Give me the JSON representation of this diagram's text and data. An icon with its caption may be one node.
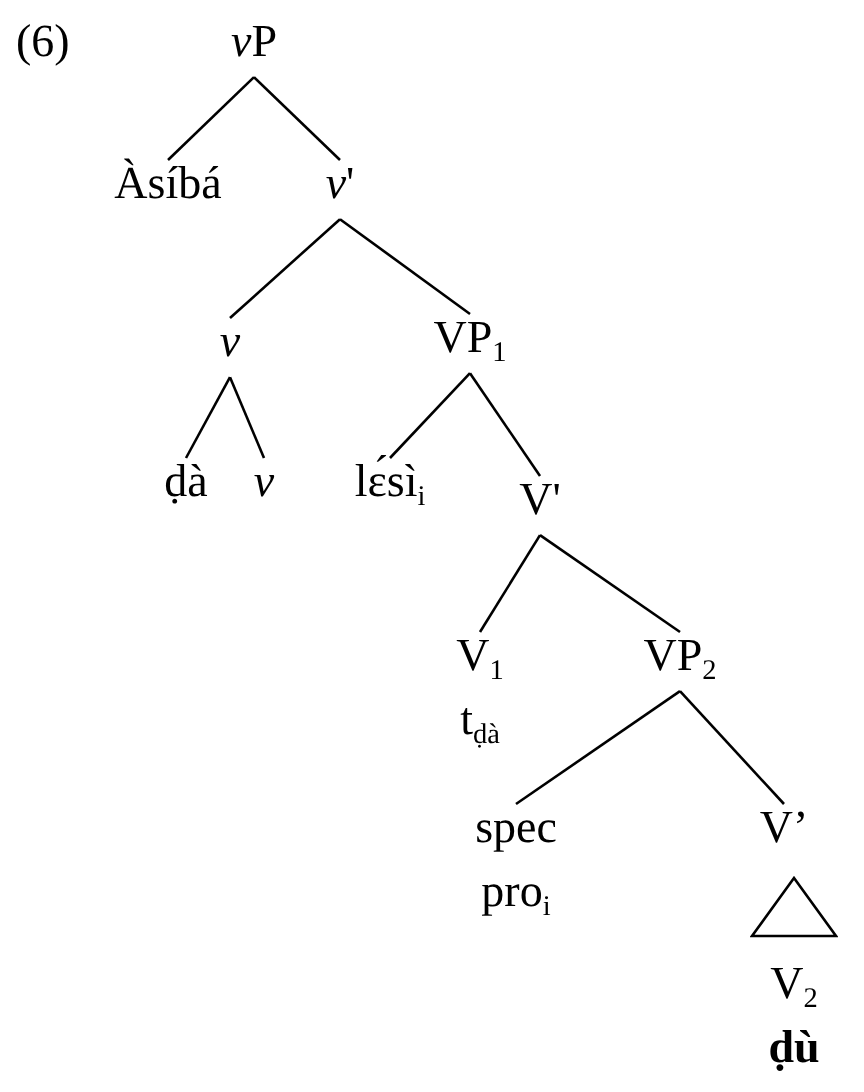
{
  "diagram": {
    "nodes": [
      {
        "text": [
          "vP"
        ]
      },
      {
        "text": [
          "Àsíbá"
        ]
      },
      {
        "text": [
          "*v*'"
        ]
      },
      {
        "text": [
          "*v*"
        ]
      },
      {
        "text": [
          "ḍà"
        ]
      },
      {
        "text": [
          "*v*"
        ]
      },
      {
        "text": [
          "VP$_{1}$"
        ]
      },
      {
        "text": [
          "lɛ́sì$_{i}$"
        ]
      },
      {
        "text": [
          "V'"
        ]
      },
      {
        "text": [
          "V$_{1}$",
          "t$_{ḍà}$"
        ]
      },
      {
        "text": [
          "VP$_{2}$"
        ]
      },
      {
        "text": [
          "spec",
          "pro$_{i}$"
        ]
      },
      {
        "text": [
          "V’"
        ]
      },
      {
        "text": [],
        "shape": "triangle"
      },
      {
        "text": [
          "V$_{2}$",
          "**ḍù**"
        ]
      }
    ],
    "edges": [
      {
        "from": 0,
        "to": 1,
        "arrow": "none"
      },
      {
        "from": 0,
        "to": 2,
        "arrow": "none"
      },
      {
        "from": 2,
        "to": 3,
        "arrow": "none"
      },
      {
        "from": 2,
        "to": 6,
        "arrow": "none"
      },
      {
        "from": 3,
        "to": 4,
        "arrow": "none"
      },
      {
        "from": 3,
        "to": 5,
        "arrow": "none"
      },
      {
        "from": 6,
        "to": 7,
        "arrow": "none"
      },
      {
        "from": 6,
        "to": 8,
        "arrow": "none"
      },
      {
        "from": 8,
        "to": 9,
        "arrow": "none"
      },
      {
        "from": 8,
        "to": 10,
        "arrow": "none"
      },
      {
        "from": 10,
        "to": 11,
        "arrow": "none"
      },
      {
        "from": 10,
        "to": 12,
        "arrow": "none"
      }
    ],
    "labels": [
      "(6)"
    ]
  }
}
